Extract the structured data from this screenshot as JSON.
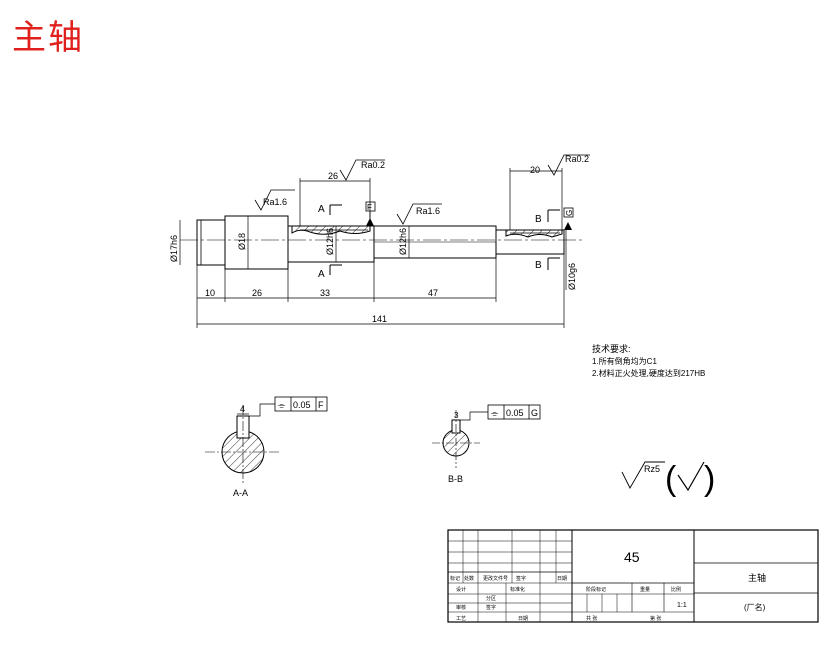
{
  "title": "主轴",
  "dimensions": {
    "d1": "Ø17h6",
    "d2": "Ø18",
    "d3": "Ø12h6",
    "d4": "Ø12h6",
    "d5": "Ø10g6",
    "len_10": "10",
    "len_26": "26",
    "len_33": "33",
    "len_47": "47",
    "len_141": "141",
    "keyway_a": "26",
    "keyway_b": "20"
  },
  "roughness": {
    "ra_02_a": "Ra0.2",
    "ra_16_a": "Ra1.6",
    "ra_16_b": "Ra1.6",
    "ra_02_b": "Ra0.2",
    "general": "Rz5"
  },
  "datums": {
    "f": "F",
    "g": "G"
  },
  "section_labels": {
    "a": "A",
    "b": "B",
    "aa": "A-A",
    "bb": "B-B"
  },
  "section_dims": {
    "a_width": "4",
    "b_width": "3"
  },
  "tolerances": {
    "aa_symbol": "⌯",
    "aa_value": "0.05",
    "aa_datum": "F",
    "bb_symbol": "⌯",
    "bb_value": "0.05",
    "bb_datum": "G"
  },
  "tech_notes": {
    "heading": "技术要求:",
    "line1": "1.所有倒角均为C1",
    "line2": "2.材料正火处理,硬度达到217HB"
  },
  "title_block": {
    "material": "45",
    "part_name": "主轴",
    "company": "(厂名)",
    "scale": "1:1",
    "labels": {
      "mark": "标记",
      "count": "处数",
      "change_doc": "更改文件号",
      "signature": "签字",
      "date": "日期",
      "design": "设计",
      "standardize": "标准化",
      "check": "审核",
      "process": "工艺",
      "date2": "日期",
      "stage_mark": "阶段标记",
      "weight": "重量",
      "ratio": "比例",
      "sheets_total": "共 张",
      "sheet_no": "第 张",
      "division": "分区",
      "sign2": "签字"
    }
  }
}
